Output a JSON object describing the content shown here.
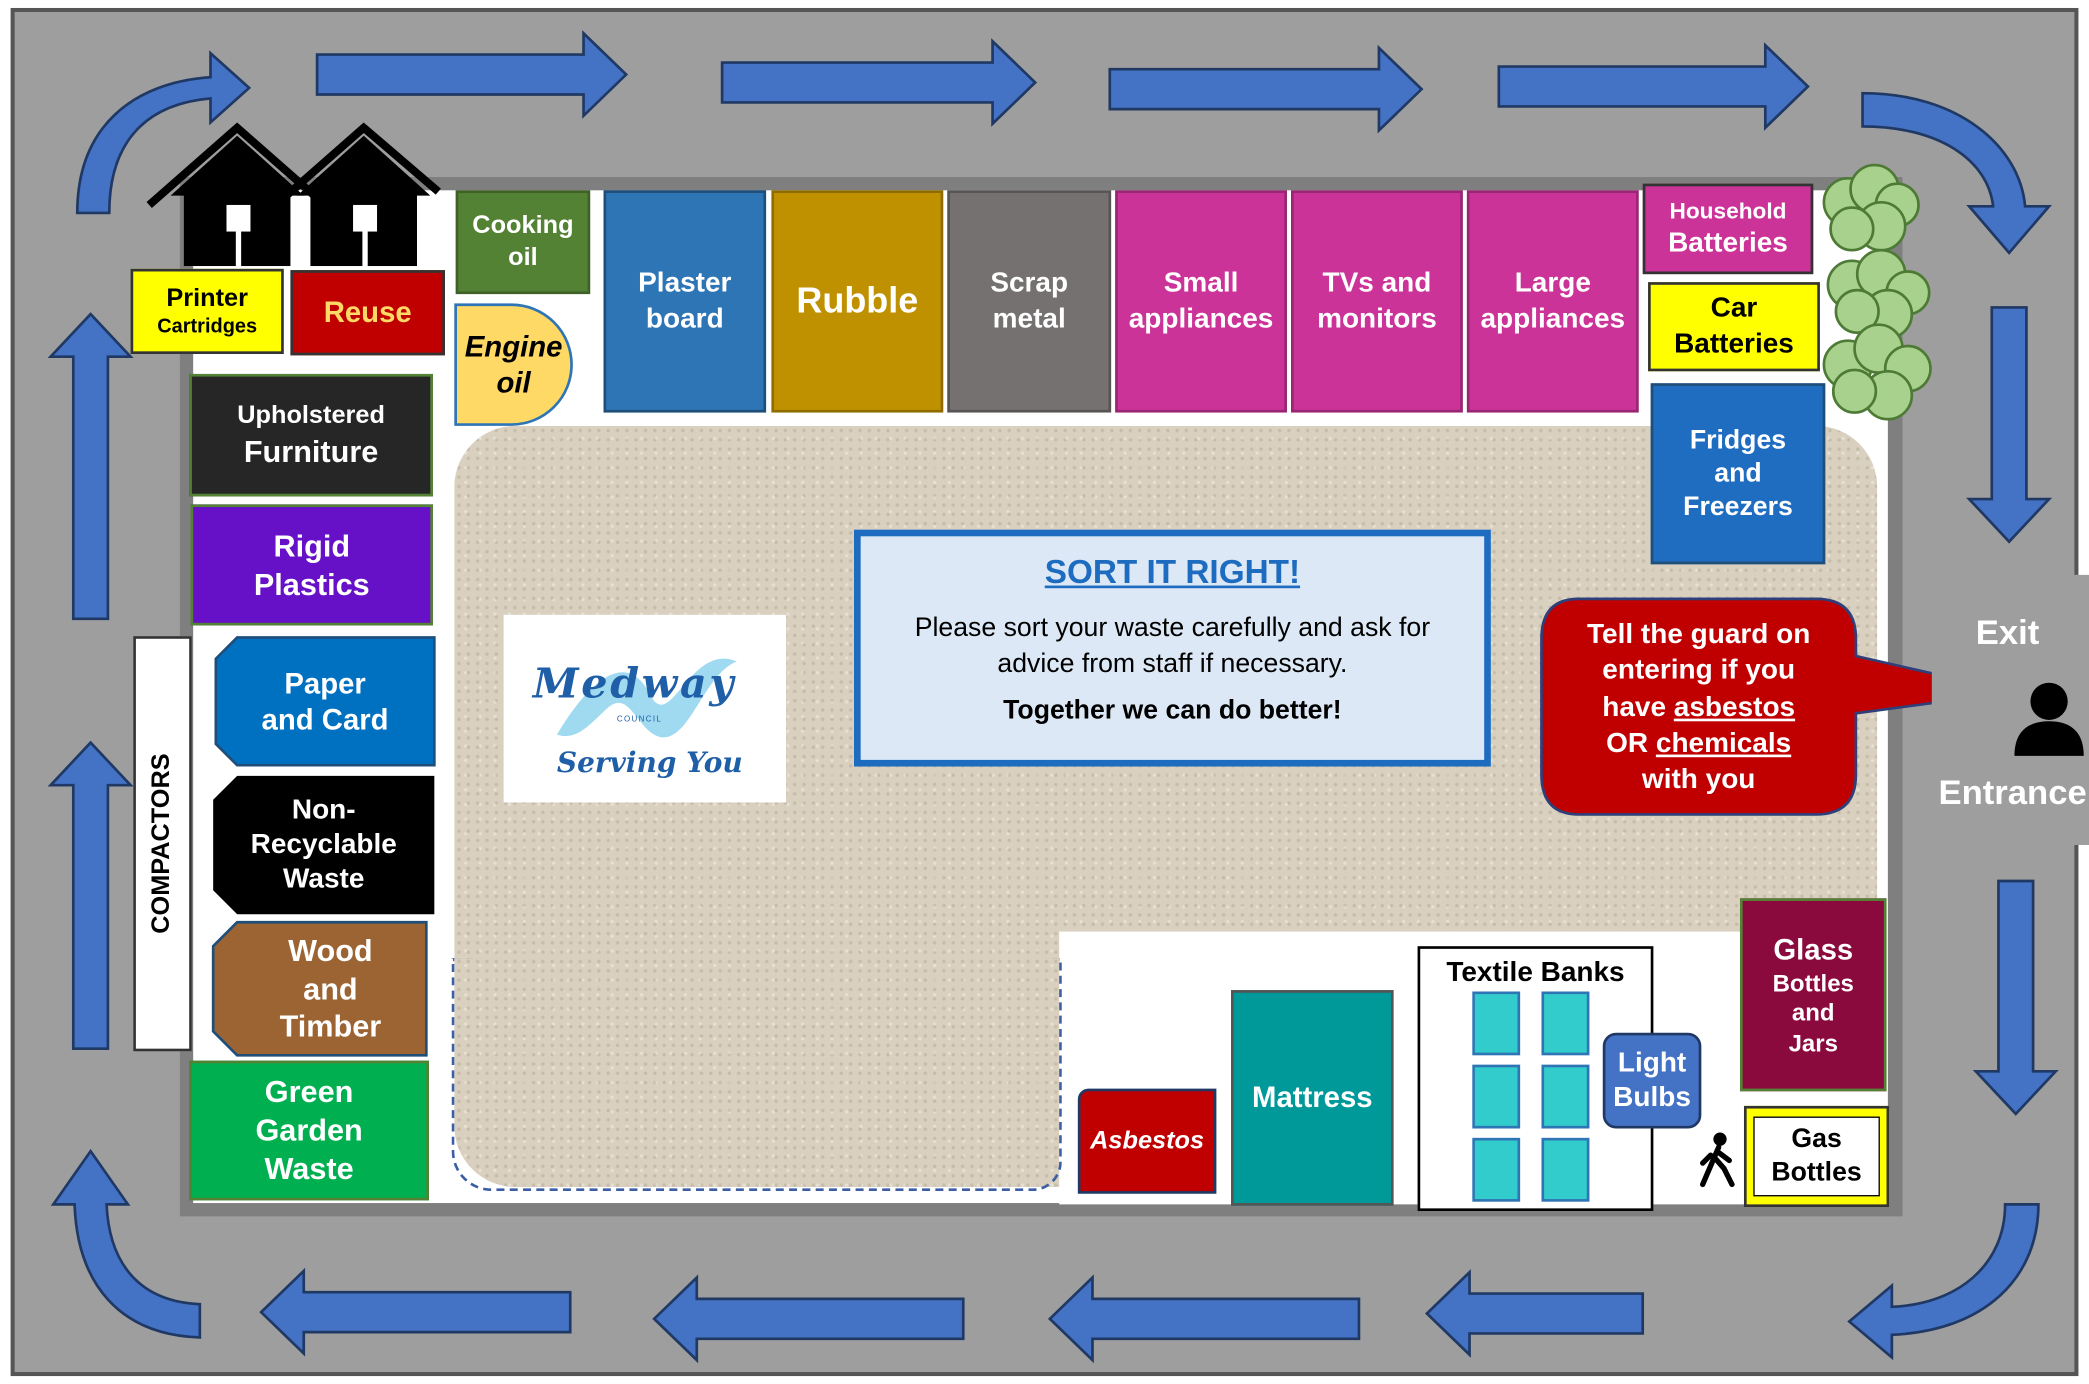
{
  "zones": {
    "printer": {
      "l1": "Printer",
      "l2": "Cartridges"
    },
    "reuse": "Reuse",
    "cooking_oil": {
      "l1": "Cooking",
      "l2": "oil"
    },
    "engine_oil": {
      "l1": "Engine",
      "l2": "oil"
    },
    "plasterboard": {
      "l1": "Plaster",
      "l2": "board"
    },
    "rubble": "Rubble",
    "scrap_metal": {
      "l1": "Scrap",
      "l2": "metal"
    },
    "small_appliances": {
      "l1": "Small",
      "l2": "appliances"
    },
    "tvs": {
      "l1": "TVs and",
      "l2": "monitors"
    },
    "large_appliances": {
      "l1": "Large",
      "l2": "appliances"
    },
    "household_batteries": {
      "l1": "Household",
      "l2": "Batteries"
    },
    "car_batteries": {
      "l1": "Car",
      "l2": "Batteries"
    },
    "fridges": {
      "l1": "Fridges",
      "l2": "and",
      "l3": "Freezers"
    },
    "upholstered": {
      "l1": "Upholstered",
      "l2": "Furniture"
    },
    "rigid_plastics": {
      "l1": "Rigid",
      "l2": "Plastics"
    },
    "paper_card": {
      "l1": "Paper",
      "l2": "and Card"
    },
    "non_recyclable": {
      "l1": "Non-",
      "l2": "Recyclable",
      "l3": "Waste"
    },
    "wood": {
      "l1": "Wood",
      "l2": "and",
      "l3": "Timber"
    },
    "green_waste": {
      "l1": "Green",
      "l2": "Garden",
      "l3": "Waste"
    },
    "compactors": "COMPACTORS",
    "asbestos": "Asbestos",
    "mattress": "Mattress",
    "textile_banks": "Textile Banks",
    "light_bulbs": {
      "l1": "Light",
      "l2": "Bulbs"
    },
    "glass": {
      "l1": "Glass",
      "l2": "Bottles",
      "l3": "and",
      "l4": "Jars"
    },
    "gas_bottles": {
      "l1": "Gas",
      "l2": "Bottles"
    }
  },
  "sign": {
    "title": "SORT IT RIGHT!",
    "body": "Please sort your waste carefully and ask for advice from staff if necessary.",
    "footer": "Together we can do better!"
  },
  "logo": {
    "name": "Medway",
    "sub": "COUNCIL",
    "tagline": "Serving You"
  },
  "callout": {
    "l1": "Tell the guard on",
    "l2": "entering if you",
    "l3a": "have ",
    "l3b": "asbestos",
    "l4a": "OR ",
    "l4b": "chemicals",
    "l5": "with you"
  },
  "gate": {
    "exit": "Exit",
    "entrance": "Entrance"
  },
  "colors": {
    "road": "#9e9e9e",
    "arrow": "#4472c4",
    "plasterboard": "#2e75b6",
    "rubble": "#bf9000",
    "scrap": "#767171",
    "electricals": "#cc3399",
    "batteries_car": "#ffff00",
    "fridges": "#1f6dc1",
    "upholstered": "#262626",
    "plastics": "#6610c8",
    "paper": "#0070c0",
    "non_recyclable": "#000000",
    "wood": "#9c6433",
    "green": "#00b050",
    "asbestos": "#c00000",
    "mattress": "#009999",
    "textile": "#33cccc",
    "glass": "#8b0a3e",
    "callout": "#c00000",
    "oil": "#548235",
    "engine_oil": "#ffd966"
  }
}
